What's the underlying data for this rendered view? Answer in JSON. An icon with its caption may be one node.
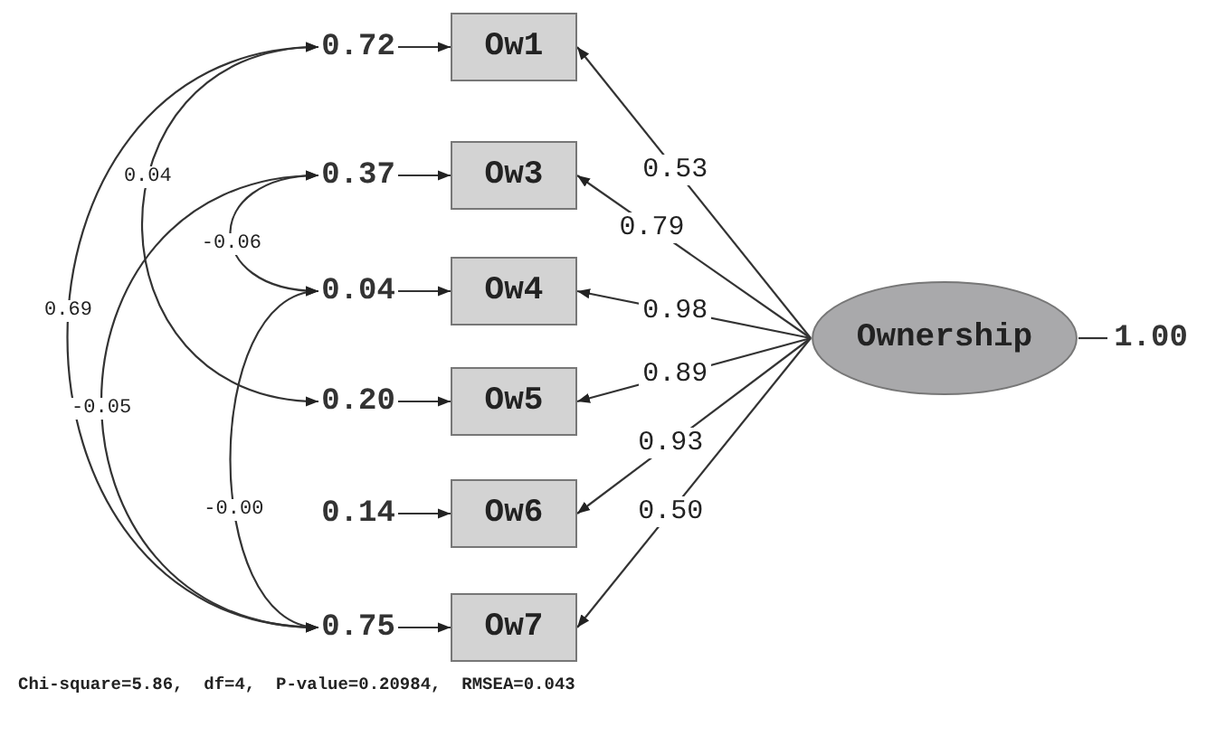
{
  "diagram": {
    "nodes": [
      {
        "text": [
          "0.72"
        ]
      },
      {
        "text": [
          "Ow1"
        ]
      },
      {
        "text": [
          "0.37"
        ]
      },
      {
        "text": [
          "Ow3"
        ]
      },
      {
        "text": [
          "0.04"
        ]
      },
      {
        "text": [
          "Ow4"
        ]
      },
      {
        "text": [
          "0.20"
        ]
      },
      {
        "text": [
          "Ow5"
        ]
      },
      {
        "text": [
          "0.14"
        ]
      },
      {
        "text": [
          "Ow6"
        ]
      },
      {
        "text": [
          "0.75"
        ]
      },
      {
        "text": [
          "Ow7"
        ]
      },
      {
        "text": [
          "Ownership"
        ]
      },
      {
        "text": [
          "1.00"
        ]
      }
    ],
    "edges": [
      {
        "from": 0,
        "to": 1,
        "arrow": "to"
      },
      {
        "from": 2,
        "to": 3,
        "arrow": "to"
      },
      {
        "from": 4,
        "to": 5,
        "arrow": "to"
      },
      {
        "from": 6,
        "to": 7,
        "arrow": "to"
      },
      {
        "from": 8,
        "to": 9,
        "arrow": "to"
      },
      {
        "from": 10,
        "to": 11,
        "arrow": "to"
      },
      {
        "from": 12,
        "to": 1,
        "arrow": "to",
        "label": "0.53"
      },
      {
        "from": 12,
        "to": 3,
        "arrow": "to",
        "label": "0.79"
      },
      {
        "from": 12,
        "to": 5,
        "arrow": "to",
        "label": "0.98"
      },
      {
        "from": 12,
        "to": 7,
        "arrow": "to",
        "label": "0.89"
      },
      {
        "from": 12,
        "to": 9,
        "arrow": "to",
        "label": "0.93"
      },
      {
        "from": 12,
        "to": 11,
        "arrow": "to",
        "label": "0.50"
      },
      {
        "from": 12,
        "to": 13,
        "arrow": "none"
      },
      {
        "from": 0,
        "to": 6,
        "arrow": "both",
        "label": "0.04"
      },
      {
        "from": 2,
        "to": 4,
        "arrow": "both",
        "label": "-0.06"
      },
      {
        "from": 0,
        "to": 10,
        "arrow": "both",
        "label": "0.69"
      },
      {
        "from": 2,
        "to": 10,
        "arrow": "both",
        "label": "-0.05"
      },
      {
        "from": 4,
        "to": 10,
        "arrow": "both",
        "label": "-0.00"
      }
    ],
    "labels": [
      "Chi-square=5.86,  df=4,  P-value=0.20984,  RMSEA=0.043"
    ]
  }
}
